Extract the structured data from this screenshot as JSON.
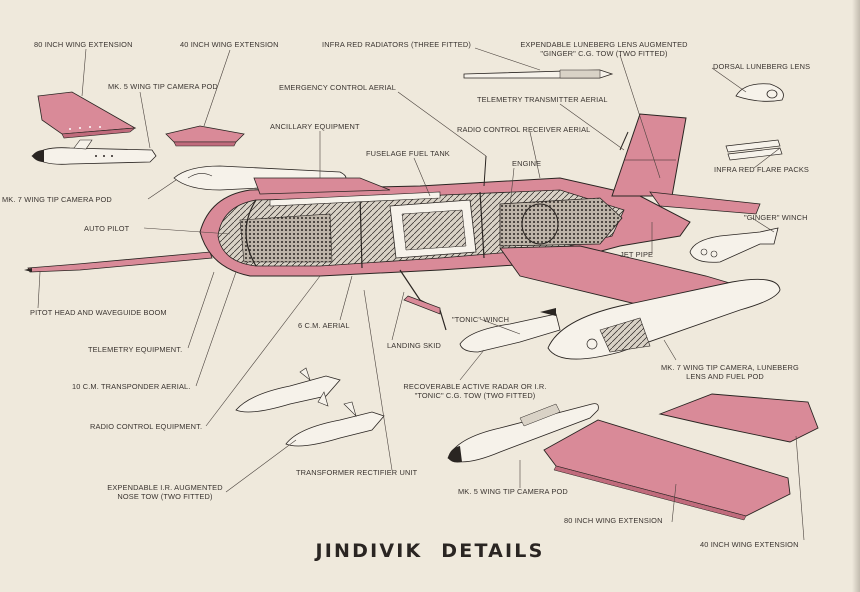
{
  "title": "JINDIVIK  DETAILS",
  "colors": {
    "paper": "#efe9dc",
    "pink": "#d98a98",
    "pink_dark": "#c06b7c",
    "ink": "#2a2522",
    "leader": "#4a423d"
  },
  "labels": {
    "wing_ext_80_top": "80 INCH WING EXTENSION",
    "wing_ext_40_top": "40 INCH WING EXTENSION",
    "infra_red_radiators": "INFRA RED RADIATORS (THREE FITTED)",
    "luneberg_ginger_line1": "EXPENDABLE LUNEBERG LENS AUGMENTED",
    "luneberg_ginger_line2": "\"GINGER\" C.G. TOW (TWO FITTED)",
    "dorsal_luneberg": "DORSAL LUNEBERG LENS",
    "mk5_camera_pod_top": "MK. 5 WING TIP CAMERA POD",
    "emergency_aerial": "EMERGENCY CONTROL AERIAL",
    "telemetry_transmitter_aerial": "TELEMETRY TRANSMITTER AERIAL",
    "ancillary_equipment": "ANCILLARY EQUIPMENT",
    "radio_control_receiver_aerial": "RADIO CONTROL RECEIVER AERIAL",
    "fuselage_fuel_tank": "FUSELAGE FUEL TANK",
    "engine": "ENGINE",
    "infra_red_flare_packs": "INFRA RED FLARE PACKS",
    "mk7_camera_pod_top": "MK. 7 WING TIP CAMERA POD",
    "ginger_winch": "\"GINGER\" WINCH",
    "auto_pilot": "AUTO PILOT",
    "jet_pipe": "JET PIPE",
    "pitot_head": "PITOT HEAD AND WAVEGUIDE BOOM",
    "tonic_winch": "\"TONIC\" WINCH",
    "aerial_6cm": "6 C.M. AERIAL",
    "landing_skid": "LANDING SKID",
    "telemetry_equipment": "TELEMETRY EQUIPMENT.",
    "mk7_pod_line1": "MK. 7 WING TIP CAMERA, LUNEBERG",
    "mk7_pod_line2": "LENS AND FUEL POD",
    "transponder_aerial": "10 C.M. TRANSPONDER AERIAL.",
    "recoverable_radar_line1": "RECOVERABLE ACTIVE RADAR OR I.R.",
    "recoverable_radar_line2": "\"TONIC\" C.G. TOW (TWO FITTED)",
    "radio_control_equipment": "RADIO CONTROL EQUIPMENT.",
    "transformer_rectifier": "TRANSFORMER RECTIFIER UNIT",
    "ir_nose_tow_line1": "EXPENDABLE I.R. AUGMENTED",
    "ir_nose_tow_line2": "NOSE TOW (TWO FITTED)",
    "mk5_camera_pod_bottom": "MK. 5 WING TIP CAMERA POD",
    "wing_ext_80_bottom": "80 INCH WING EXTENSION",
    "wing_ext_40_bottom": "40 INCH WING EXTENSION"
  }
}
